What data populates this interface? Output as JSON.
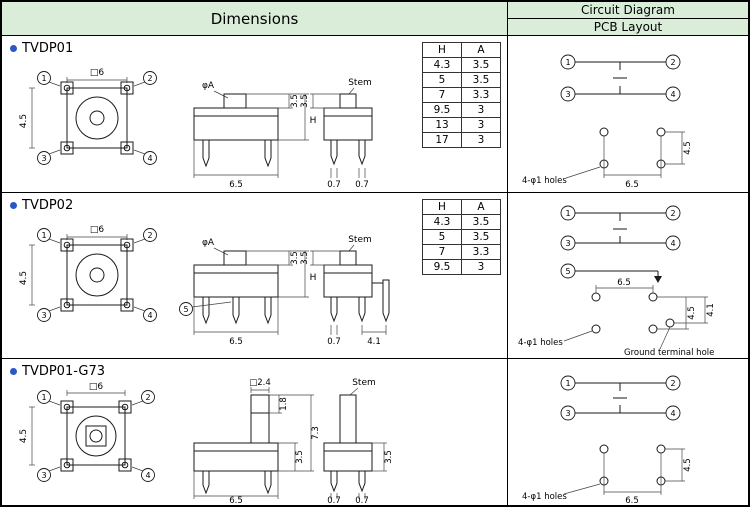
{
  "header": {
    "dimensions": "Dimensions",
    "circuit_diagram": "Circuit Diagram",
    "pcb_layout": "PCB Layout"
  },
  "products": [
    {
      "name": "TVDP01",
      "top_view": {
        "square_label": "□6",
        "height_label": "4.5",
        "pins": [
          "1",
          "2",
          "3",
          "4"
        ]
      },
      "front_view": {
        "stem_label": "φA",
        "stem_height": "3.5",
        "total_height": "H",
        "base_width": "6.5"
      },
      "side_view": {
        "stem_label": "Stem",
        "stem_height": "3.5",
        "leg_width_left": "0.7",
        "leg_width_right": "0.7"
      },
      "table": {
        "headers": [
          "H",
          "A"
        ],
        "rows": [
          [
            "4.3",
            "3.5"
          ],
          [
            "5",
            "3.5"
          ],
          [
            "7",
            "3.3"
          ],
          [
            "9.5",
            "3"
          ],
          [
            "13",
            "3"
          ],
          [
            "17",
            "3"
          ]
        ]
      },
      "circuit": {
        "pins": [
          "1",
          "2",
          "3",
          "4"
        ]
      },
      "pcb": {
        "holes_label": "4-φ1 holes",
        "width": "6.5",
        "height": "4.5"
      }
    },
    {
      "name": "TVDP02",
      "top_view": {
        "square_label": "□6",
        "height_label": "4.5",
        "pins": [
          "1",
          "2",
          "3",
          "4"
        ]
      },
      "front_view": {
        "stem_label": "φA",
        "stem_height": "3.5",
        "total_height": "H",
        "base_width": "6.5",
        "ground_pin": "5"
      },
      "side_view": {
        "stem_label": "Stem",
        "stem_height": "3.5",
        "leg_width": "0.7",
        "ground_offset": "4.1"
      },
      "table": {
        "headers": [
          "H",
          "A"
        ],
        "rows": [
          [
            "4.3",
            "3.5"
          ],
          [
            "5",
            "3.5"
          ],
          [
            "7",
            "3.3"
          ],
          [
            "9.5",
            "3"
          ]
        ]
      },
      "circuit": {
        "pins": [
          "1",
          "2",
          "3",
          "4",
          "5"
        ]
      },
      "pcb": {
        "holes_label": "4-φ1 holes",
        "ground_label": "Ground terminal hole",
        "width": "6.5",
        "height": "4.5",
        "ground_offset": "4.1"
      }
    },
    {
      "name": "TVDP01-G73",
      "top_view": {
        "square_label": "□6",
        "height_label": "4.5",
        "pins": [
          "1",
          "2",
          "3",
          "4"
        ]
      },
      "front_view": {
        "stem_label": "□2.4",
        "stem_top": "1.8",
        "total_height": "7.3",
        "body_height": "3.5",
        "base_width": "6.5"
      },
      "side_view": {
        "stem_label": "Stem",
        "body_height": "3.5",
        "leg_width_left": "0.7",
        "leg_width_right": "0.7"
      },
      "circuit": {
        "pins": [
          "1",
          "2",
          "3",
          "4"
        ]
      },
      "pcb": {
        "holes_label": "4-φ1 holes",
        "width": "6.5",
        "height": "4.5"
      }
    }
  ]
}
